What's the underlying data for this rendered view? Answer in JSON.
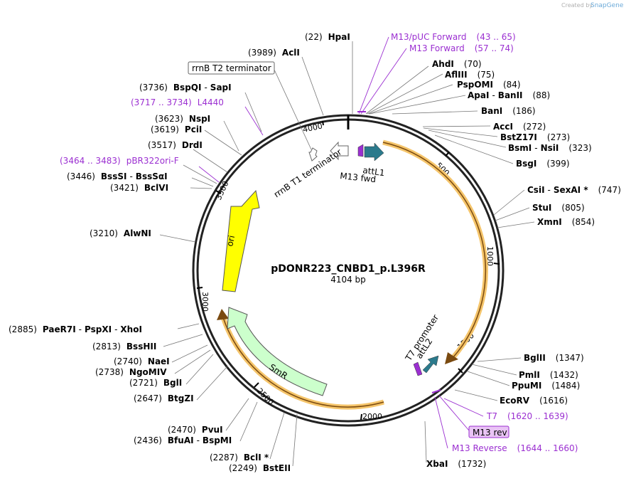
{
  "credit": {
    "prefix": "Created by",
    "brand": "SnapGene"
  },
  "plasmid": {
    "name": "pDONR223_CNBD1_p.L396R",
    "length": "4104 bp"
  },
  "ticks": [
    "500",
    "1000",
    "1500",
    "2000",
    "2500",
    "3000",
    "3500",
    "4000"
  ],
  "features": {
    "attL1": "attL1",
    "m13fwd": "M13 fwd",
    "rrnb_t1": "rrnB T1 terminator",
    "rrnb_t2": "rrnB T2 terminator",
    "ori": "ori",
    "smr": "SmR",
    "t7promoter": "T7 promoter",
    "attL2": "attL2",
    "m13rev": "M13 rev"
  },
  "left_labels": [
    {
      "pos": "(22)",
      "name": "HpaI"
    },
    {
      "pos": "(3989)",
      "name": "AclI"
    },
    {
      "pos": "(3736)",
      "name": "BspQI",
      "name2": "SapI"
    },
    {
      "purple": true,
      "pos": "(3717 .. 3734)",
      "name": "L4440"
    },
    {
      "pos": "(3623)",
      "name": "NspI"
    },
    {
      "pos": "(3619)",
      "name": "PciI"
    },
    {
      "pos": "(3517)",
      "name": "DrdI"
    },
    {
      "purple": true,
      "pos": "(3464 .. 3483)",
      "name": "pBR322ori-F"
    },
    {
      "pos": "(3446)",
      "name": "BssSI",
      "name2": "BssSαI"
    },
    {
      "pos": "(3421)",
      "name": "BclVI"
    },
    {
      "pos": "(3210)",
      "name": "AlwNI"
    },
    {
      "pos": "(2885)",
      "name": "PaeR7I",
      "name2": "PspXI",
      "name3": "XhoI"
    },
    {
      "pos": "(2813)",
      "name": "BssHII"
    },
    {
      "pos": "(2740)",
      "name": "NaeI"
    },
    {
      "pos": "(2738)",
      "name": "NgoMIV"
    },
    {
      "pos": "(2721)",
      "name": "BglI"
    },
    {
      "pos": "(2647)",
      "name": "BtgZI"
    },
    {
      "pos": "(2470)",
      "name": "PvuI"
    },
    {
      "pos": "(2436)",
      "name": "BfuAI",
      "name2": "BspMI"
    },
    {
      "pos": "(2287)",
      "name": "BclI *"
    },
    {
      "pos": "(2249)",
      "name": "BstEII"
    }
  ],
  "right_labels": [
    {
      "purple": true,
      "name": "M13/pUC Forward",
      "pos": "(43 .. 65)"
    },
    {
      "purple": true,
      "name": "M13 Forward",
      "pos": "(57 .. 74)"
    },
    {
      "name": "AhdI",
      "pos": "(70)"
    },
    {
      "name": "AflIII",
      "pos": "(75)"
    },
    {
      "name": "PspOMI",
      "pos": "(84)"
    },
    {
      "name": "ApaI",
      "name2": "BanII",
      "pos": "(88)"
    },
    {
      "name": "BanI",
      "pos": "(186)"
    },
    {
      "name": "AccI",
      "pos": "(272)"
    },
    {
      "name": "BstZ17I",
      "pos": "(273)"
    },
    {
      "name": "BsmI",
      "name2": "NsiI",
      "pos": "(323)"
    },
    {
      "name": "BsgI",
      "pos": "(399)"
    },
    {
      "name": "CsiI",
      "name2": "SexAI *",
      "pos": "(747)"
    },
    {
      "name": "StuI",
      "pos": "(805)"
    },
    {
      "name": "XmnI",
      "pos": "(854)"
    },
    {
      "name": "BglII",
      "pos": "(1347)"
    },
    {
      "name": "PmlI",
      "pos": "(1432)"
    },
    {
      "name": "PpuMI",
      "pos": "(1484)"
    },
    {
      "name": "EcoRV",
      "pos": "(1616)"
    },
    {
      "purple": true,
      "name": "T7",
      "pos": "(1620 .. 1639)"
    },
    {
      "purple": true,
      "name": "M13 Reverse",
      "pos": "(1644 .. 1660)"
    },
    {
      "name": "XbaI",
      "pos": "(1732)"
    }
  ],
  "colors": {
    "ori": "#ffff00",
    "smr": "#ccffcc",
    "att": "#2b7a8c",
    "arc": "#f5c56b",
    "purple": "#9b2fd1"
  }
}
